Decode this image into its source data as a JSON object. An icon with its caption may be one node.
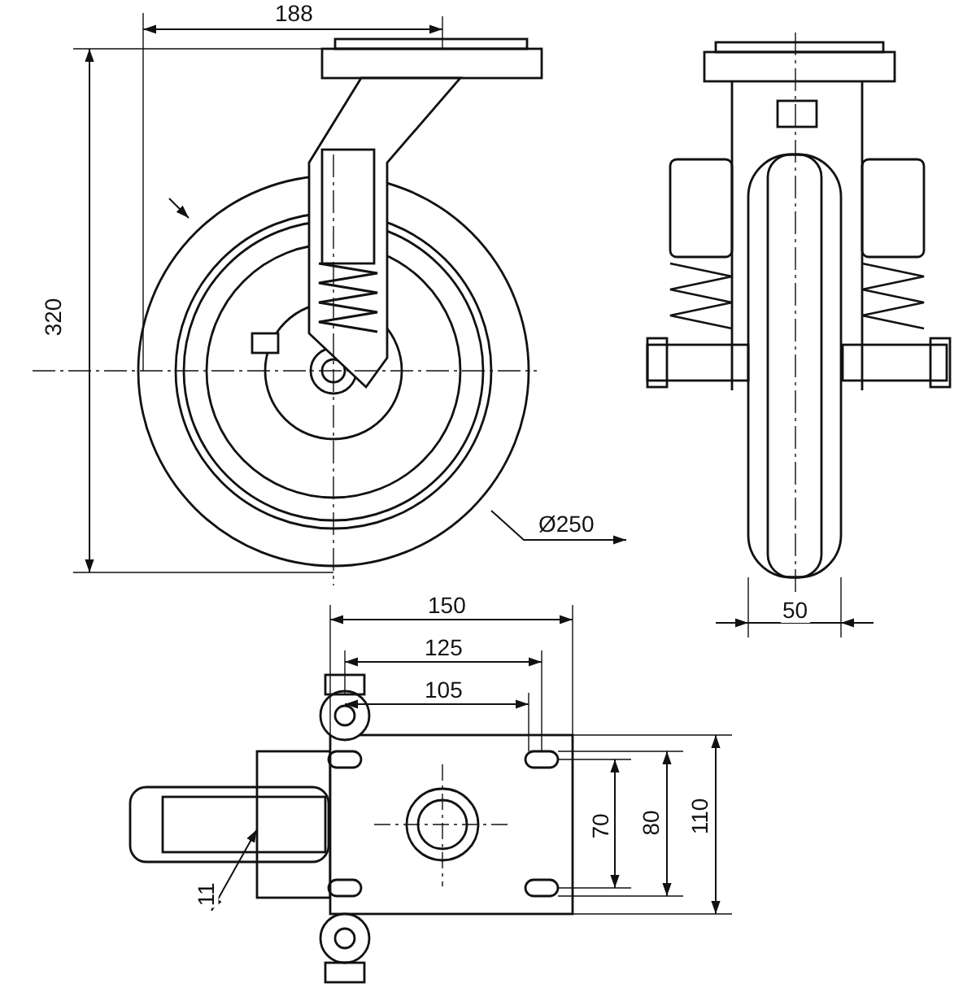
{
  "diagram": {
    "labels": [
      "188",
      "320",
      "Ø250",
      "50",
      "150",
      "125",
      "105",
      "70",
      "80",
      "110",
      "11"
    ]
  }
}
